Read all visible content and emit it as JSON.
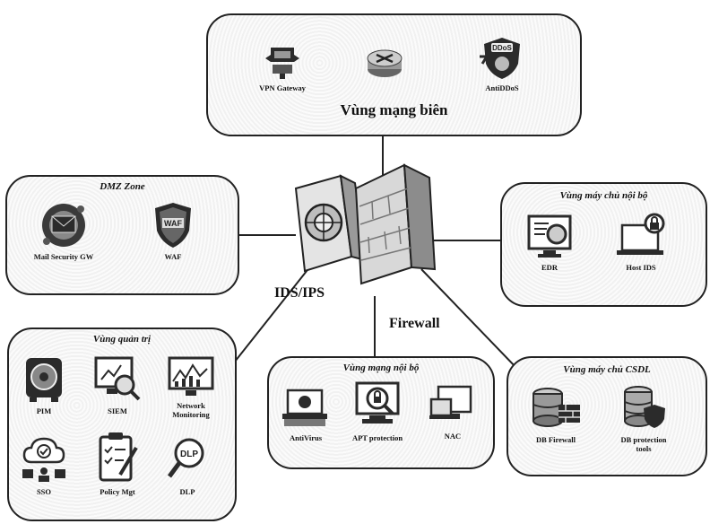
{
  "zones": {
    "perimeter": {
      "title": "Vùng mạng biên",
      "nodes": [
        {
          "label": "VPN Gateway",
          "icon": "vpn-gateway-icon"
        },
        {
          "label": "",
          "icon": "router-icon"
        },
        {
          "label": "AntiDDoS",
          "icon": "anti-ddos-shield-icon",
          "badge": "DDoS"
        }
      ]
    },
    "dmz": {
      "title": "DMZ Zone",
      "nodes": [
        {
          "label": "Mail Security GW",
          "icon": "mail-security-icon"
        },
        {
          "label": "WAF",
          "icon": "waf-shield-icon",
          "badge": "WAF"
        }
      ]
    },
    "internal_servers": {
      "title": "Vùng máy chủ nội bộ",
      "nodes": [
        {
          "label": "EDR",
          "icon": "edr-monitor-icon"
        },
        {
          "label": "Host IDS",
          "icon": "host-ids-laptop-icon"
        }
      ]
    },
    "management": {
      "title": "Vùng quản trị",
      "nodes": [
        {
          "label": "PIM",
          "icon": "pim-safe-icon"
        },
        {
          "label": "SIEM",
          "icon": "siem-search-icon"
        },
        {
          "label": "Network Monitoring",
          "icon": "network-monitoring-icon"
        },
        {
          "label": "SSO",
          "icon": "sso-cloud-icon"
        },
        {
          "label": "Policy Mgt",
          "icon": "policy-clipboard-icon"
        },
        {
          "label": "DLP",
          "icon": "dlp-magnifier-icon",
          "badge": "DLP"
        }
      ]
    },
    "internal_network": {
      "title": "Vùng mạng nội bộ",
      "nodes": [
        {
          "label": "AntiVirus",
          "icon": "antivirus-laptop-icon"
        },
        {
          "label": "APT protection",
          "icon": "apt-protection-icon"
        },
        {
          "label": "NAC",
          "icon": "nac-computer-icon"
        }
      ]
    },
    "database": {
      "title": "Vùng máy chủ CSDL",
      "nodes": [
        {
          "label": "DB Firewall",
          "icon": "db-firewall-icon"
        },
        {
          "label": "DB protection tools",
          "icon": "db-protection-icon"
        }
      ]
    }
  },
  "core": {
    "ids_label": "IDS/IPS",
    "firewall_label": "Firewall"
  },
  "colors": {
    "line": "#222222",
    "icon_dark": "#2b2b2b",
    "icon_mid": "#777777",
    "zone_border": "#222222"
  }
}
